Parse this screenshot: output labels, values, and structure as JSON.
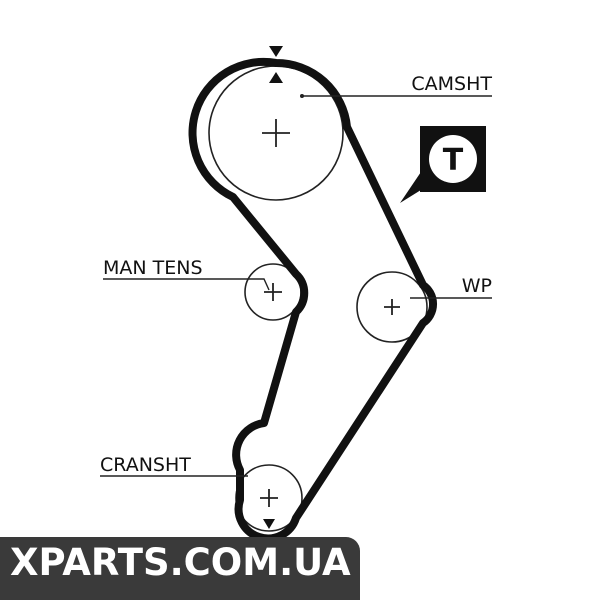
{
  "labels": {
    "camshaft": "CAMSHT",
    "manual_tensioner": "MAN TENS",
    "water_pump": "WP",
    "crankshaft": "CRANSHT"
  },
  "badge": {
    "letter": "T"
  },
  "watermark": {
    "text": "XPARTS.COM.UA"
  },
  "colors": {
    "belt": "#111111",
    "pulley_stroke": "#222222",
    "watermark_band": "#3a3a3a",
    "watermark_text": "#ffffff"
  }
}
